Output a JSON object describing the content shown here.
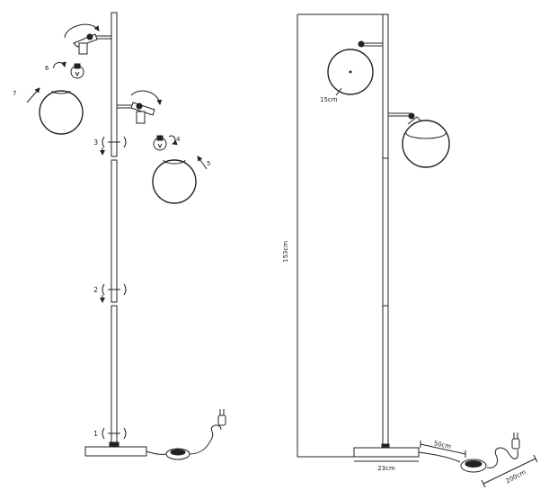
{
  "assembly": {
    "steps": [
      "1",
      "2",
      "3",
      "4",
      "5",
      "6",
      "7"
    ]
  },
  "dimensions": {
    "height": "153cm",
    "globe_diameter": "15cm",
    "base_width": "23cm",
    "switch_distance": "50cm",
    "cable_length": "200cm"
  },
  "icons": [
    "rotate-arrow-icon",
    "bulb-icon",
    "globe-shade-icon",
    "plug-icon",
    "foot-switch-icon"
  ]
}
